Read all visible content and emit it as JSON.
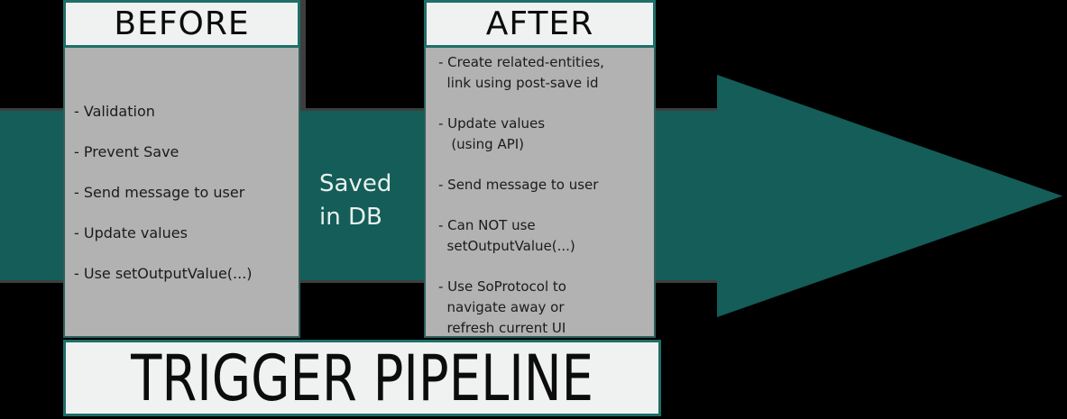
{
  "colors": {
    "arrow_teal": "#145d58",
    "border_teal": "#1f6e68",
    "panel_gray": "#b2b2b2",
    "panel_white": "#f0f2f1",
    "background": "#000000"
  },
  "arrow": {
    "label_lines": [
      "Saved",
      "in DB"
    ]
  },
  "panels": [
    {
      "title": "BEFORE",
      "items": [
        "- Validation",
        "- Prevent Save",
        "- Send message to user",
        "- Update values",
        "- Use setOutputValue(...)"
      ]
    },
    {
      "title": "AFTER",
      "items": [
        "- Create related-entities,\n  link using post-save id",
        "- Update values\n   (using API)",
        "- Send message to user",
        "- Can NOT use\n  setOutputValue(...)",
        "- Use SoProtocol to\n  navigate away or\n  refresh current UI"
      ]
    }
  ],
  "banner": {
    "label": "TRIGGER PIPELINE"
  }
}
